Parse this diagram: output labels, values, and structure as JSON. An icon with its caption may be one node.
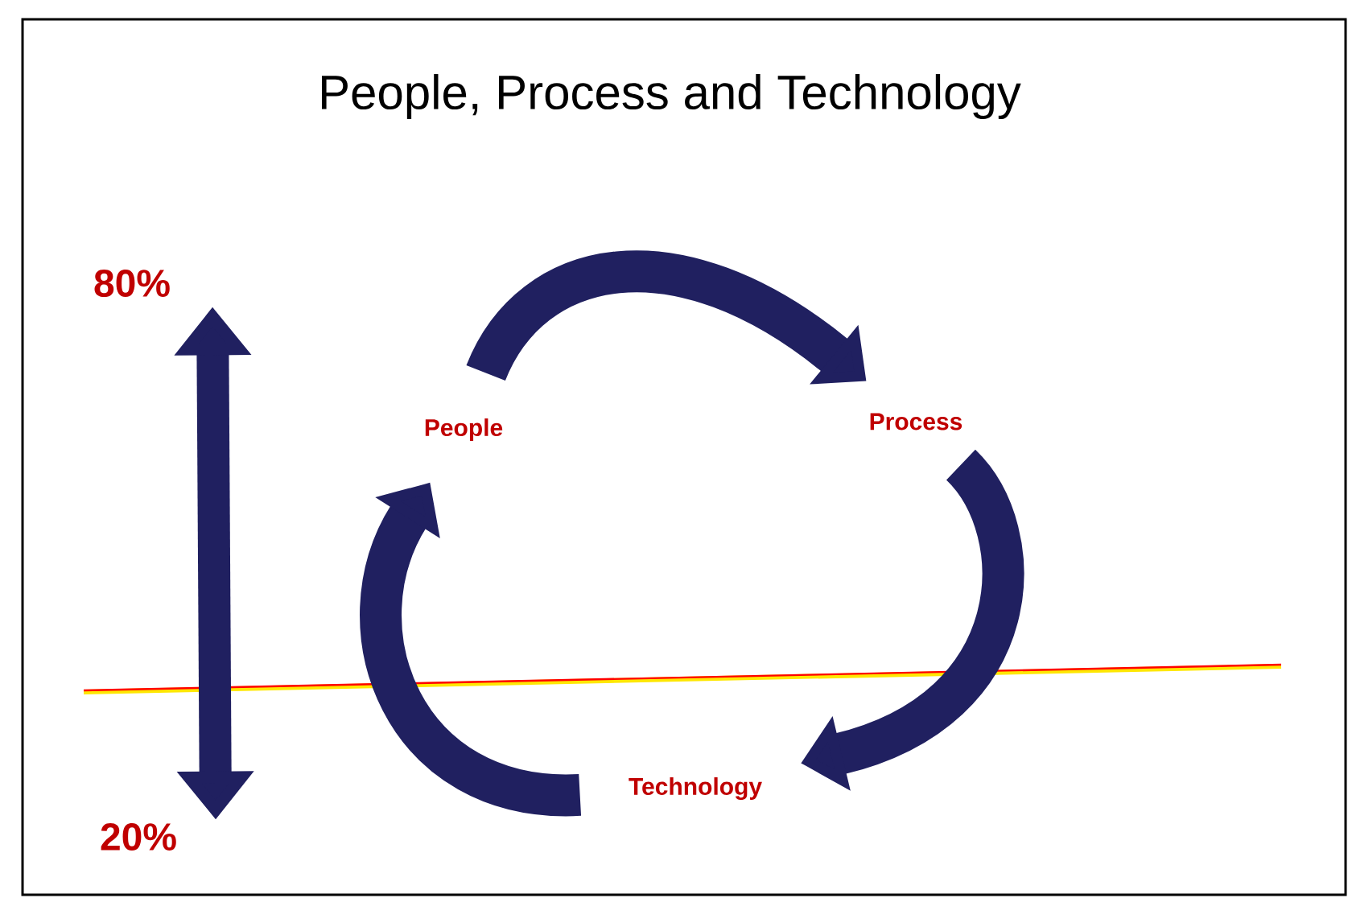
{
  "diagram": {
    "title": "People, Process and Technology",
    "nodes": [
      {
        "text": [
          "People"
        ]
      },
      {
        "text": [
          "Process"
        ]
      },
      {
        "text": [
          "Technology"
        ]
      },
      {
        "text": [
          "80%"
        ]
      },
      {
        "text": [
          "20%"
        ]
      }
    ],
    "edges": [
      {
        "from": 0,
        "to": 1,
        "arrow": "to"
      },
      {
        "from": 1,
        "to": 2,
        "arrow": "to"
      },
      {
        "from": 2,
        "to": 0,
        "arrow": "to"
      },
      {
        "from": 3,
        "to": 4,
        "arrow": "both"
      }
    ]
  }
}
